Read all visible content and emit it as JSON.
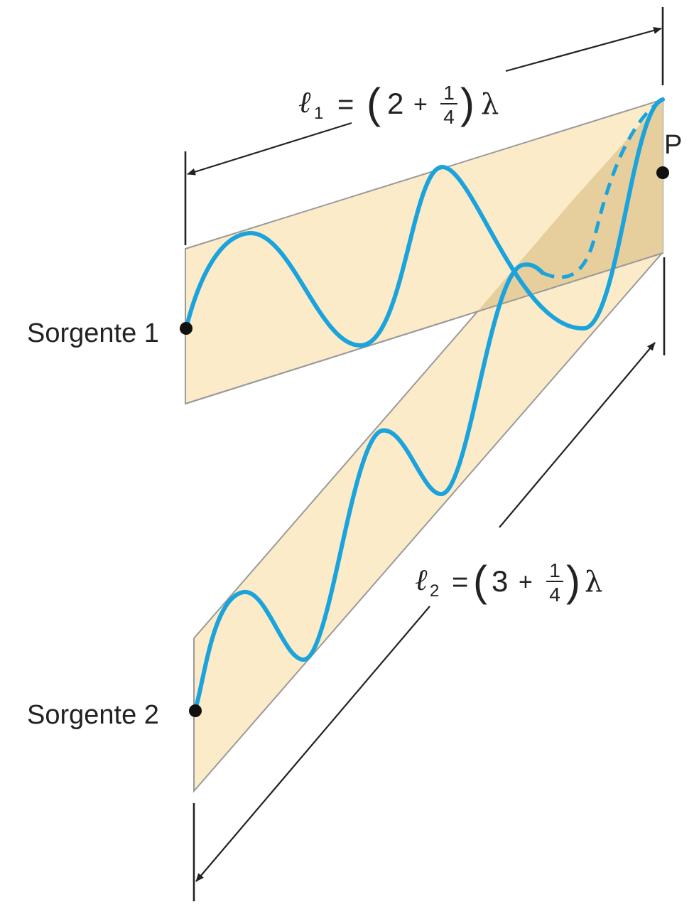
{
  "labels": {
    "source1": "Sorgente 1",
    "source2": "Sorgente 2",
    "point": "P"
  },
  "formula1": {
    "ell": "ℓ",
    "sub": "1",
    "eq": "=",
    "lparen": "(",
    "n": "2",
    "plus": "+",
    "num": "1",
    "den": "4",
    "rparen": ")",
    "lambda": "λ"
  },
  "formula2": {
    "ell": "ℓ",
    "sub": "2",
    "eq": "=",
    "lparen": "(",
    "n": "3",
    "plus": "+",
    "num": "1",
    "den": "4",
    "rparen": ")",
    "lambda": "λ"
  },
  "colors": {
    "wave": "#1aa3dc",
    "strip": "#fbebc9",
    "overlap": "#e6cf9c",
    "outline": "#9a9a9a",
    "line": "#222222"
  }
}
